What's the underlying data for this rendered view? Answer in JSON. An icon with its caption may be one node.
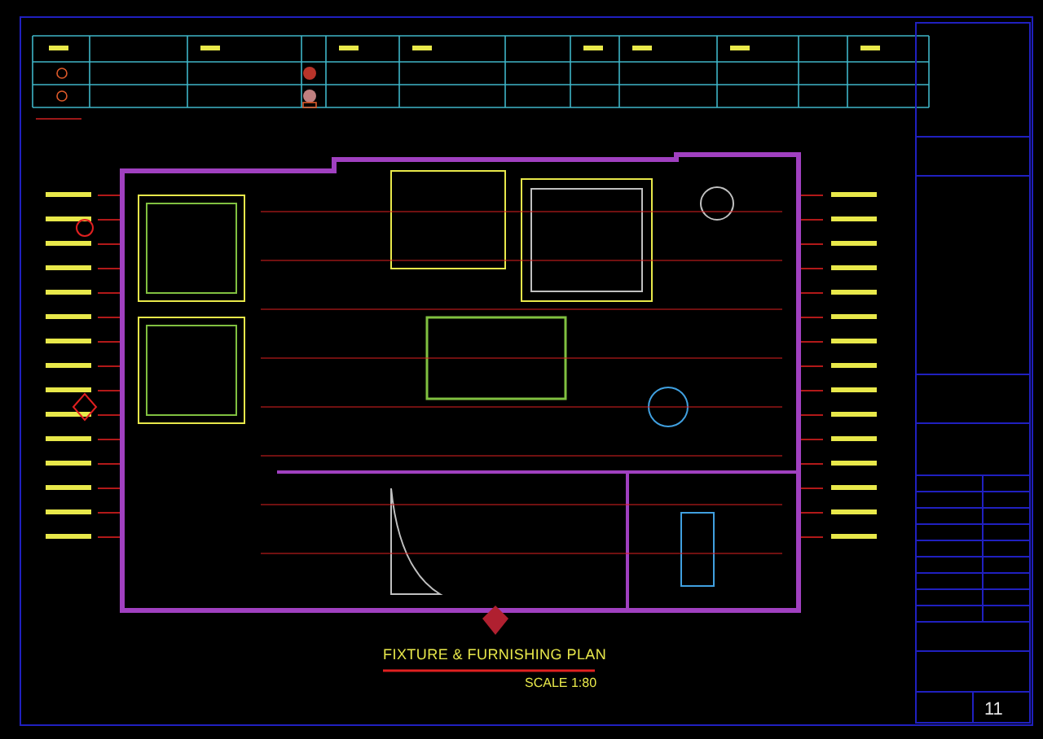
{
  "diagram": {
    "title": "FIXTURE & FURNISHING PLAN",
    "labels": [
      "SCALE 1:80",
      "11"
    ]
  }
}
